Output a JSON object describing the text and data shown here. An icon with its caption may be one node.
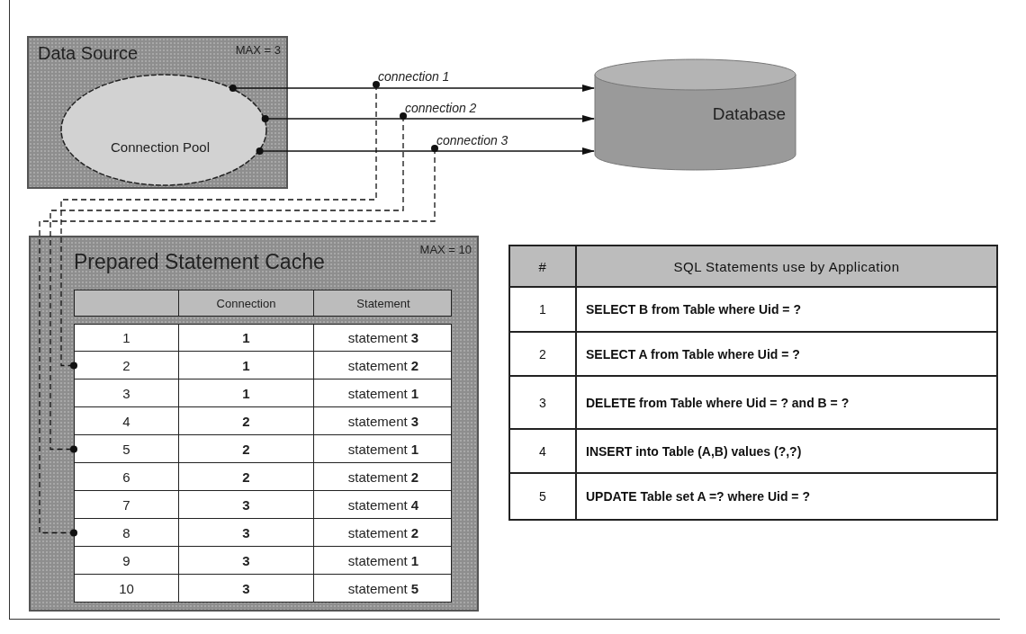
{
  "diagram": {
    "nodes": [
      {
        "text": [
          "Data Source",
          "MAX = 3"
        ]
      },
      {
        "text": [
          "Connection Pool"
        ],
        "in": 0
      },
      {
        "text": [
          "Database"
        ]
      },
      {
        "text": [
          "connection 1"
        ]
      },
      {
        "text": [
          "connection 2"
        ]
      },
      {
        "text": [
          "connection 3"
        ]
      },
      {
        "text": [
          "Prepared Statement Cache",
          "MAX = 10"
        ]
      },
      {
        "text": [
          "1",
          "1",
          "statement **3**"
        ],
        "in": 6
      },
      {
        "text": [
          "2",
          "1",
          "statement **2**"
        ],
        "in": 6
      },
      {
        "text": [
          "3",
          "1",
          "statement **1**"
        ],
        "in": 6
      },
      {
        "text": [
          "4",
          "2",
          "statement **3**"
        ],
        "in": 6
      },
      {
        "text": [
          "5",
          "2",
          "statement **1**"
        ],
        "in": 6
      },
      {
        "text": [
          "6",
          "2",
          "statement **2**"
        ],
        "in": 6
      },
      {
        "text": [
          "7",
          "3",
          "statement **4**"
        ],
        "in": 6
      },
      {
        "text": [
          "8",
          "3",
          "statement **2**"
        ],
        "in": 6
      },
      {
        "text": [
          "9",
          "3",
          "statement **1**"
        ],
        "in": 6
      },
      {
        "text": [
          "10",
          "3",
          "statement **5**"
        ],
        "in": 6
      }
    ],
    "edges": [
      {
        "from": 1,
        "to": 2,
        "arrow": "to"
      },
      {
        "from": 1,
        "to": 2,
        "arrow": "to"
      },
      {
        "from": 1,
        "to": 2,
        "arrow": "to"
      },
      {
        "from": 3,
        "to": 8,
        "arrow": "other",
        "style": "dashed"
      },
      {
        "from": 4,
        "to": 11,
        "arrow": "other",
        "style": "dashed"
      },
      {
        "from": 5,
        "to": 14,
        "arrow": "other",
        "style": "dashed"
      }
    ],
    "labels": [
      "Connection",
      "Statement",
      "#",
      "SQL Statements use by Application",
      "1",
      "SELECT B from Table where Uid = ?",
      "2",
      "SELECT A from Table where Uid = ?",
      "3",
      "DELETE from Table where Uid = ? and B = ?",
      "4",
      "INSERT into Table (A,B) values (?,?)",
      "5",
      "UPDATE Table set A =? where Uid = ?"
    ]
  }
}
